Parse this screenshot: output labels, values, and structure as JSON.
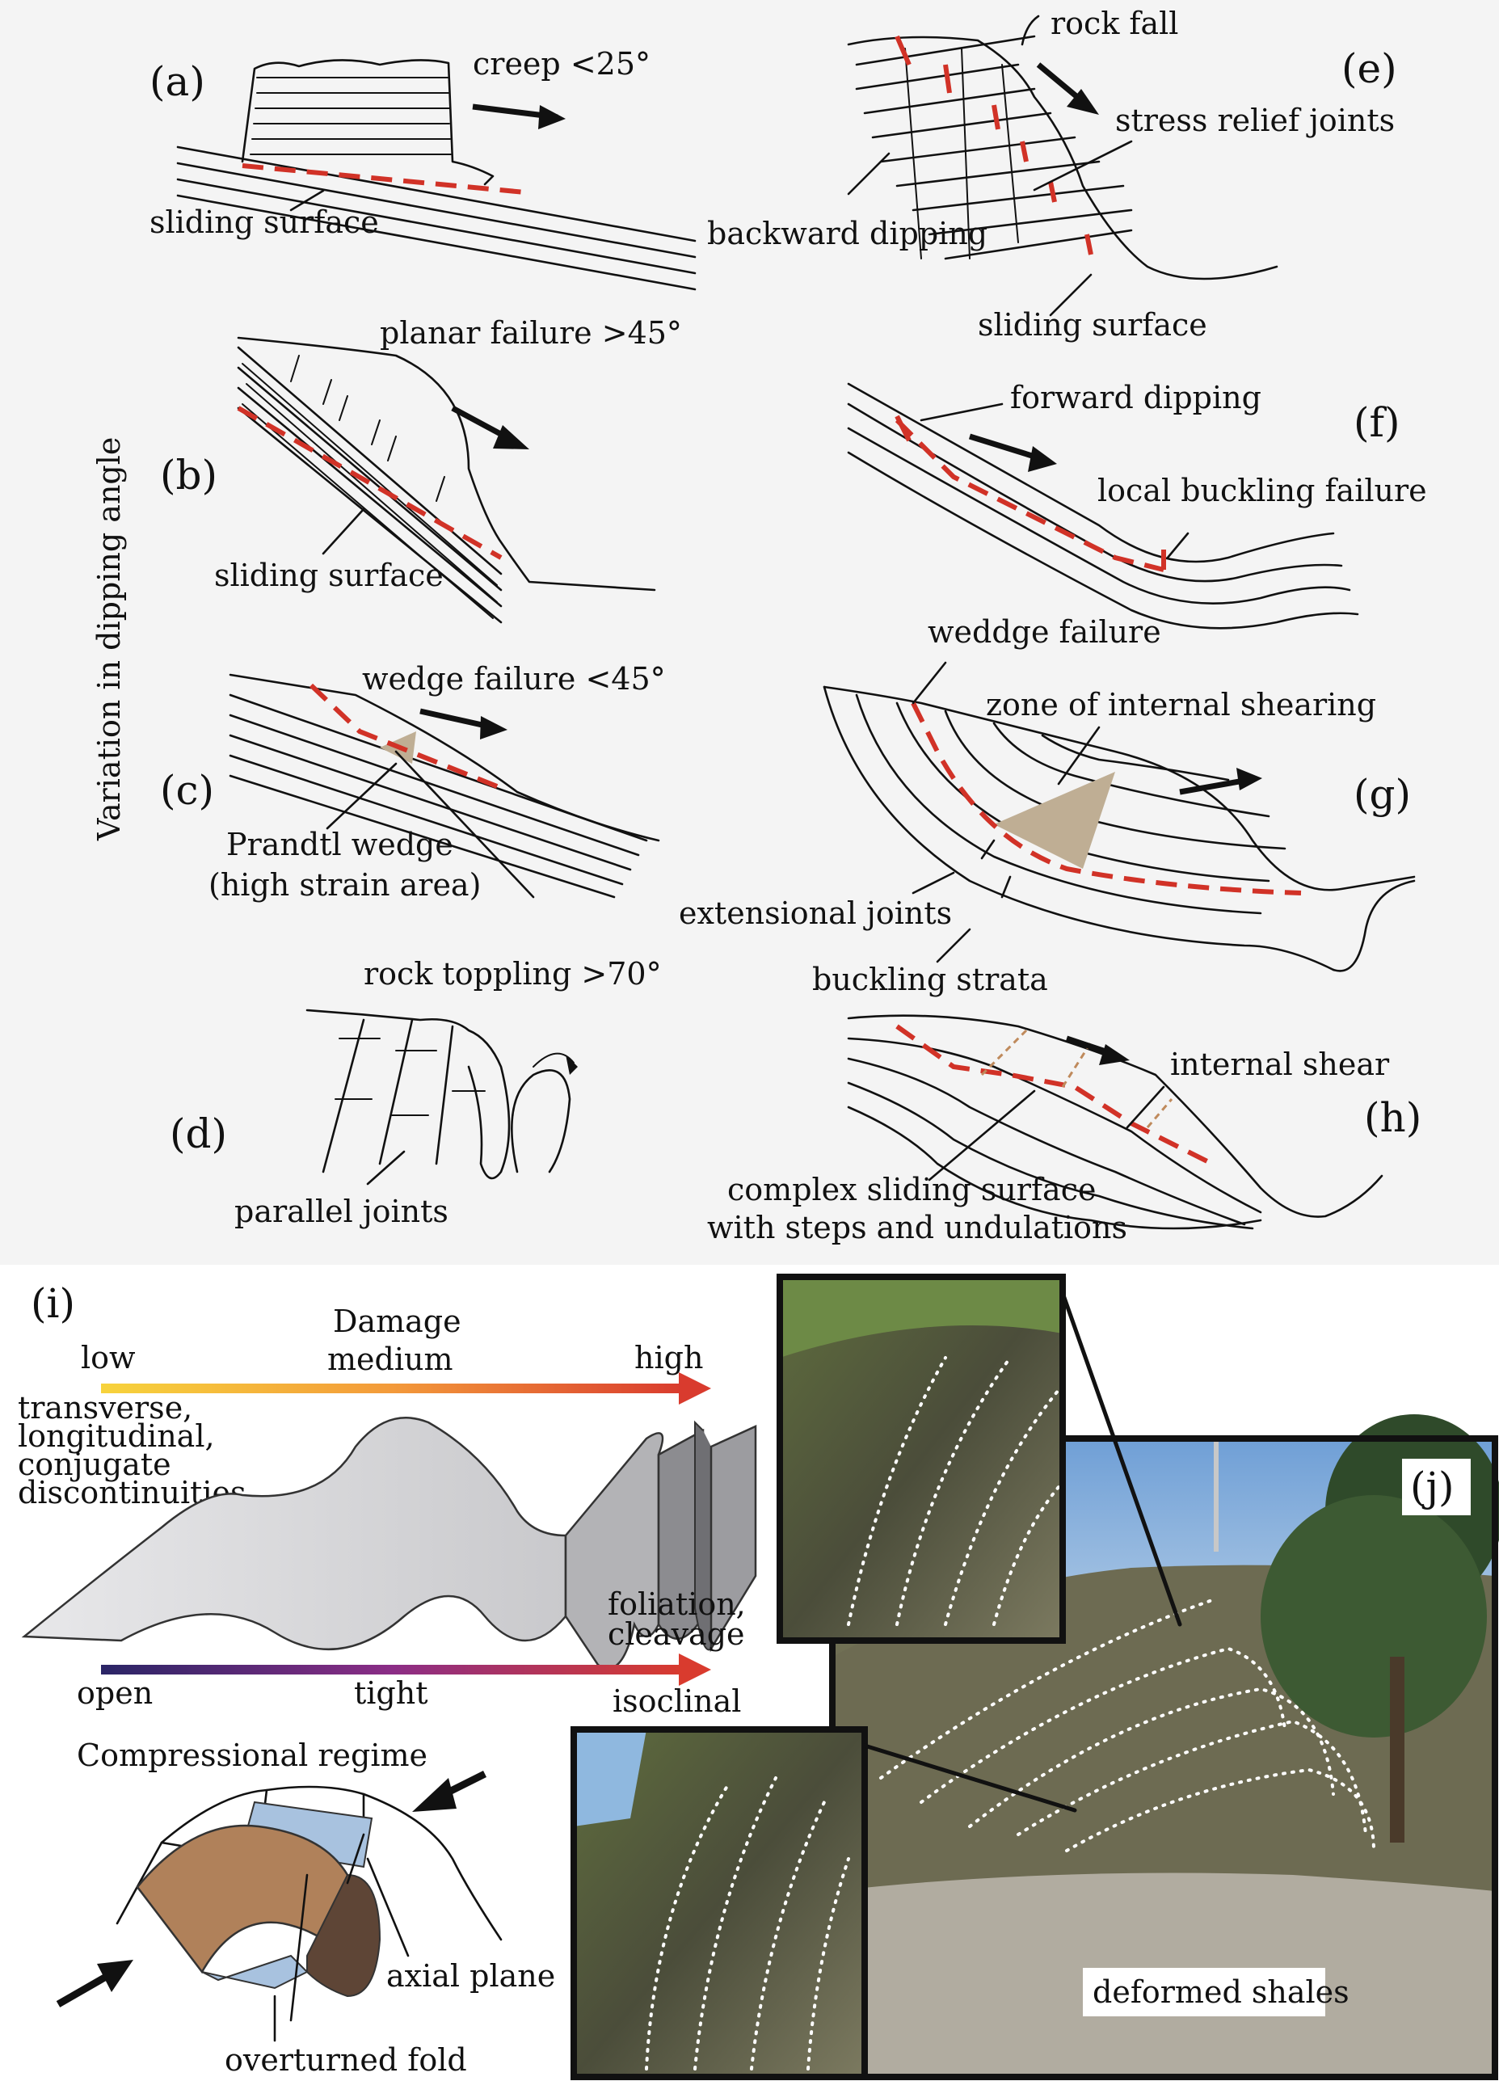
{
  "vertical_label": "Variation in dipping angle",
  "panels": {
    "a": {
      "tag": "(a)",
      "title": "creep <25°",
      "labels": [
        "sliding surface"
      ]
    },
    "b": {
      "tag": "(b)",
      "title": "planar failure >45°",
      "labels": [
        "sliding surface"
      ]
    },
    "c": {
      "tag": "(c)",
      "title": "wedge failure <45°",
      "labels": [
        "Prandtl wedge",
        "(high strain area)"
      ]
    },
    "d": {
      "tag": "(d)",
      "title": "rock toppling >70°",
      "labels": [
        "parallel joints"
      ]
    },
    "e": {
      "tag": "(e)",
      "title": "rock fall",
      "labels": [
        "stress relief joints",
        "backward dipping",
        "sliding surface"
      ]
    },
    "f": {
      "tag": "(f)",
      "title": "forward dipping",
      "labels": [
        "local buckling failure"
      ]
    },
    "g": {
      "tag": "(g)",
      "title": "weddge failure",
      "labels": [
        "zone of internal shearing",
        "extensional joints",
        "buckling strata"
      ]
    },
    "h": {
      "tag": "(h)",
      "title": "internal shear",
      "labels": [
        "complex sliding surface",
        "with steps and undulations"
      ]
    },
    "i": {
      "tag": "(i)",
      "damage": {
        "title": "Damage",
        "low": "low",
        "medium": "medium",
        "high": "high"
      },
      "discontinuities": [
        "transverse,",
        "longitudinal,",
        "conjugate",
        "discontinuities"
      ],
      "fold": {
        "left": "open",
        "middle": "tight",
        "right": "isoclinal",
        "foliation": [
          "foliation,",
          "cleavage"
        ]
      },
      "regime": "Compressional regime",
      "axial_plane": "axial plane",
      "overturned_fold": "overturned fold"
    },
    "j": {
      "tag": "(j)",
      "caption": "deformed shales"
    }
  },
  "colors": {
    "sliding_surface": "#d13227",
    "wedge": "#bfae94",
    "damage_gradient": [
      "#f7d33c",
      "#f39a3a",
      "#d93b2e"
    ],
    "fold_gradient": [
      "#2a2566",
      "#8b2d86",
      "#d93b2e"
    ],
    "fold_body": "#b0815a",
    "axial_plane": "#a8c2df"
  }
}
